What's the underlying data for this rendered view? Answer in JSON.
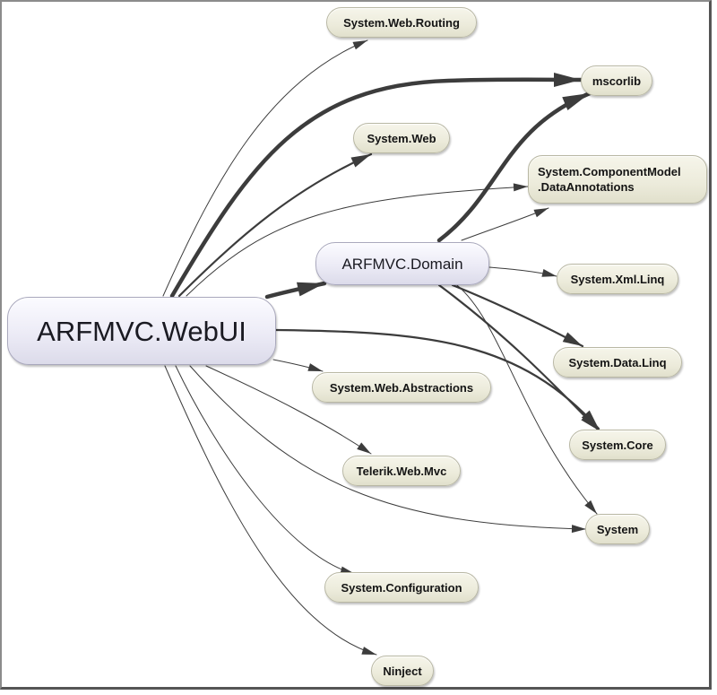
{
  "diagram": {
    "type": "dependency-graph",
    "nodes": [
      {
        "id": "webui",
        "label": "ARFMVC.WebUI",
        "kind": "project"
      },
      {
        "id": "domain",
        "label": "ARFMVC.Domain",
        "kind": "project"
      },
      {
        "id": "routing",
        "label": "System.Web.Routing",
        "kind": "assembly"
      },
      {
        "id": "mscorlib",
        "label": "mscorlib",
        "kind": "assembly"
      },
      {
        "id": "sysweb",
        "label": "System.Web",
        "kind": "assembly"
      },
      {
        "id": "dataann",
        "label": "System.ComponentModel\n.DataAnnotations",
        "label_line1": "System.ComponentModel",
        "label_line2": ".DataAnnotations",
        "kind": "assembly"
      },
      {
        "id": "xmllinq",
        "label": "System.Xml.Linq",
        "kind": "assembly"
      },
      {
        "id": "datalinq",
        "label": "System.Data.Linq",
        "kind": "assembly"
      },
      {
        "id": "abstractions",
        "label": "System.Web.Abstractions",
        "kind": "assembly"
      },
      {
        "id": "core",
        "label": "System.Core",
        "kind": "assembly"
      },
      {
        "id": "telerik",
        "label": "Telerik.Web.Mvc",
        "kind": "assembly"
      },
      {
        "id": "system",
        "label": "System",
        "kind": "assembly"
      },
      {
        "id": "config",
        "label": "System.Configuration",
        "kind": "assembly"
      },
      {
        "id": "ninject",
        "label": "Ninject",
        "kind": "assembly"
      }
    ],
    "edges": [
      {
        "from": "webui",
        "to": "routing",
        "weight": "thin"
      },
      {
        "from": "webui",
        "to": "mscorlib",
        "weight": "heavy"
      },
      {
        "from": "webui",
        "to": "sysweb",
        "weight": "medium"
      },
      {
        "from": "webui",
        "to": "dataann",
        "weight": "thin"
      },
      {
        "from": "webui",
        "to": "domain",
        "weight": "heavy"
      },
      {
        "from": "webui",
        "to": "core",
        "weight": "medium"
      },
      {
        "from": "webui",
        "to": "abstractions",
        "weight": "thin"
      },
      {
        "from": "webui",
        "to": "telerik",
        "weight": "thin"
      },
      {
        "from": "webui",
        "to": "system",
        "weight": "thin"
      },
      {
        "from": "webui",
        "to": "config",
        "weight": "thin"
      },
      {
        "from": "webui",
        "to": "ninject",
        "weight": "thin"
      },
      {
        "from": "domain",
        "to": "mscorlib",
        "weight": "heavy"
      },
      {
        "from": "domain",
        "to": "dataann",
        "weight": "thin"
      },
      {
        "from": "domain",
        "to": "xmllinq",
        "weight": "thin"
      },
      {
        "from": "domain",
        "to": "datalinq",
        "weight": "medium"
      },
      {
        "from": "domain",
        "to": "core",
        "weight": "medium"
      },
      {
        "from": "domain",
        "to": "system",
        "weight": "thin"
      }
    ],
    "colors": {
      "edge": "#3c3c3c",
      "assembly_fill": "#eeedde",
      "project_fill": "#ecebf6",
      "text": "#141414"
    }
  }
}
